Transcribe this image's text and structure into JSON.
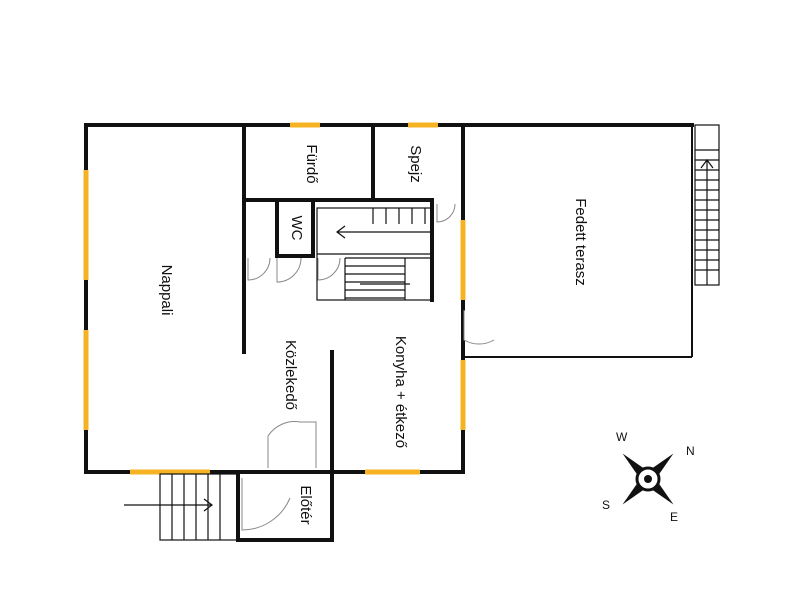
{
  "rooms": {
    "nappali": "Nappali",
    "furdo": "Fürdő",
    "spejz": "Spejz",
    "wc": "WC",
    "fedett_terasz": "Fedett terasz",
    "kozlekedo": "Közlekedő",
    "konyha": "Konyha + étkező",
    "eloter": "Előtér"
  },
  "compass": {
    "north": "N",
    "east": "E",
    "south": "S",
    "west": "W"
  },
  "colors": {
    "wall": "#111111",
    "window": "#f5b324"
  }
}
